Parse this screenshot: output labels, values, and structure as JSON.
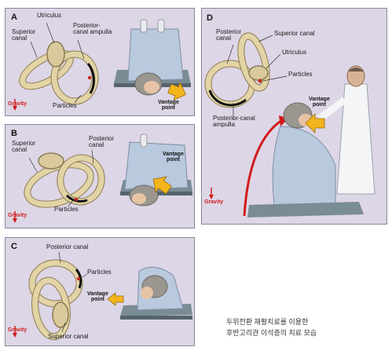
{
  "panels": {
    "a": {
      "letter": "A",
      "utriculus": "Utriculus",
      "superior_canal": "Superior\ncanal",
      "posterior_ampulla": "Posterior-\ncanal ampulla",
      "particles": "Particles",
      "gravity": "Gravity",
      "vantage": "Vantage\npoint"
    },
    "b": {
      "letter": "B",
      "superior_canal": "Superior\ncanal",
      "posterior_canal": "Posterior\ncanal",
      "particles": "Particles",
      "gravity": "Gravity",
      "vantage": "Vantage\npoint"
    },
    "c": {
      "letter": "C",
      "posterior_canal": "Posterior canal",
      "particles": "Particles",
      "superior_canal": "Superior canal",
      "gravity": "Gravity",
      "vantage": "Vantage\npoint"
    },
    "d": {
      "letter": "D",
      "posterior_canal": "Posterior\ncanal",
      "superior_canal": "Superior canal",
      "utriculus": "Utriculus",
      "particles": "Particles",
      "posterior_ampulla": "Posterior-canal\nampulla",
      "gravity": "Gravity",
      "vantage": "Vantage\npoint"
    }
  },
  "caption": {
    "line1": "두위전환 재활치료를 이용한",
    "line2": "후반고리관 이석증의 치료 모습"
  },
  "colors": {
    "panel_bg": "#ddd6e6",
    "canal": "#d9c99d",
    "gravity": "#d21b1b",
    "arrow": "#f2b51c"
  }
}
